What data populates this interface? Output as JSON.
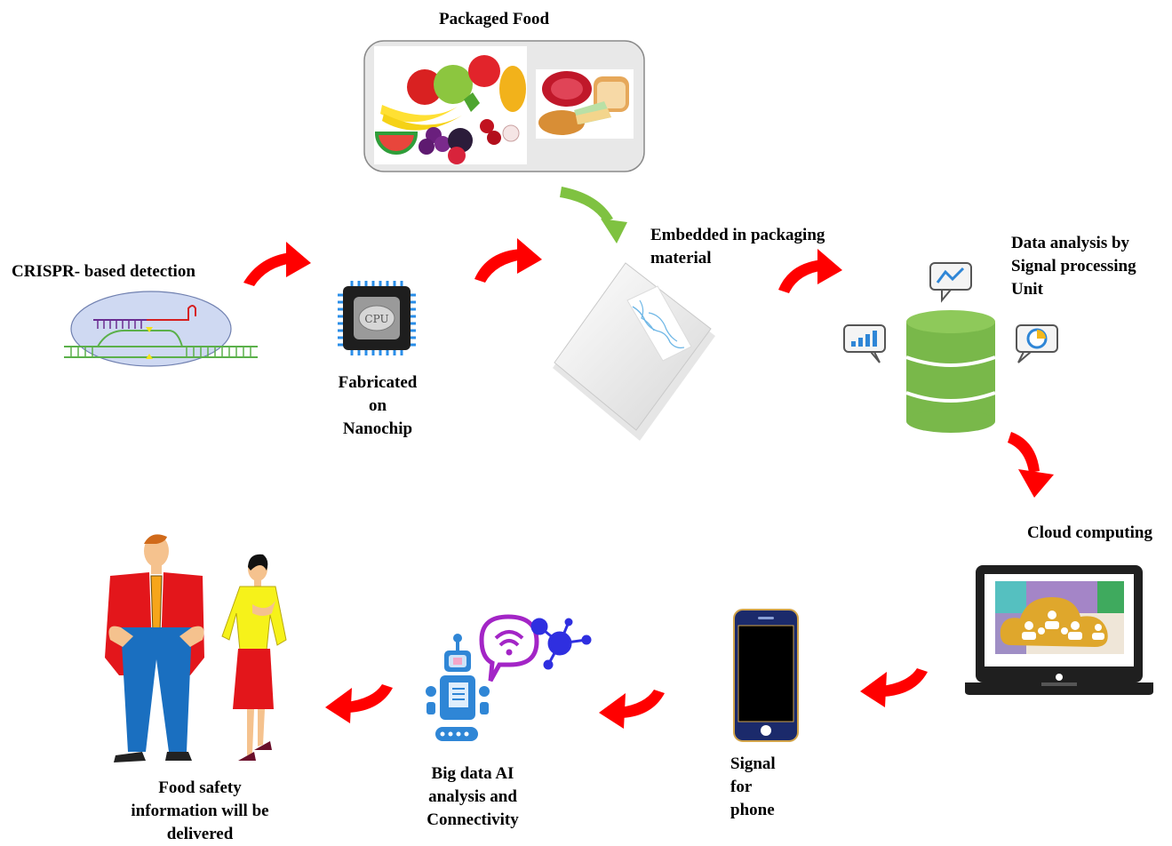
{
  "labels": {
    "packaged_food": "Packaged Food",
    "crispr": "CRISPR- based detection",
    "nanochip": [
      "Fabricated",
      "on",
      "Nanochip"
    ],
    "embedded": [
      "Embedded in packaging",
      "material"
    ],
    "data_analysis": [
      "Data analysis by",
      "Signal processing",
      "Unit"
    ],
    "cloud": "Cloud computing",
    "signal": [
      "Signal",
      "for",
      "phone"
    ],
    "bigdata": [
      "Big data AI",
      "analysis and",
      "Connectivity"
    ],
    "food_safety": [
      "Food safety",
      "information will be",
      "delivered"
    ]
  },
  "chip_text": "CPU",
  "colors": {
    "arrow_red": "#ff0000",
    "arrow_green": "#7fc241",
    "db_green": "#79b84a",
    "chip_blue": "#2a8ee8",
    "cloud_gold": "#dfa72c",
    "ai_blue": "#2f86d6",
    "ai_purple": "#a325c6",
    "node_blue": "#2f2fe0"
  },
  "icons": [
    "fruit-basket-icon",
    "meat-bread-icon",
    "crispr-dna-icon",
    "cpu-chip-icon",
    "sensor-packaging-icon",
    "database-icon",
    "line-chart-bubble-icon",
    "bar-chart-bubble-icon",
    "pie-chart-bubble-icon",
    "laptop-cloud-icon",
    "smartphone-icon",
    "ai-robot-icon",
    "wifi-bubble-icon",
    "network-nodes-icon",
    "man-icon",
    "woman-icon"
  ]
}
